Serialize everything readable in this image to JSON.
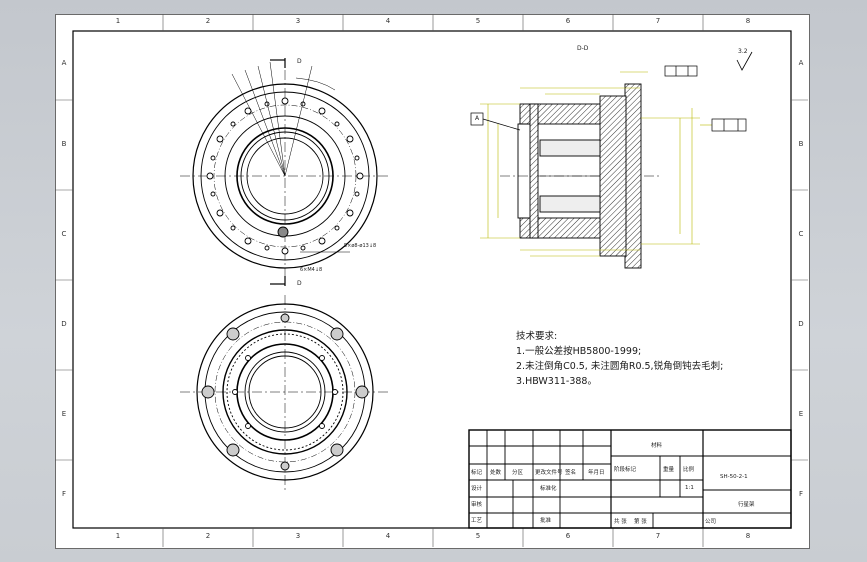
{
  "sheet": {
    "zones_top": [
      "1",
      "2",
      "3",
      "4",
      "5",
      "6",
      "7",
      "8"
    ],
    "zones_bottom": [
      "1",
      "2",
      "3",
      "4",
      "5",
      "6",
      "7",
      "8"
    ],
    "zones_side": [
      "A",
      "B",
      "C",
      "D",
      "E",
      "F"
    ]
  },
  "views": {
    "section_label": "D-D",
    "section_marker": "D",
    "roughness": "3.2",
    "datum": "A",
    "front_dims": [
      "5×ø8-ø13↓8",
      "6×M4↓8"
    ]
  },
  "tech_notes": {
    "title": "技术要求:",
    "lines": [
      "1.一般公差按HB5800-1999;",
      "2.未注倒角C0.5, 未注圆角R0.5,锐角倒钝去毛刺;",
      "3.HBW311-388。"
    ]
  },
  "title_block": {
    "row_headers": [
      "标记",
      "处数",
      "分区",
      "更改文件号",
      "签名",
      "年月日"
    ],
    "labels": {
      "design": "设计",
      "standardize": "标准化",
      "check": "审核",
      "process": "工艺",
      "approve": "批准",
      "stage_mark": "阶段标记",
      "weight": "重量",
      "scale": "比例",
      "scale_value": "1:1",
      "sheet_count": "共 张",
      "sheet_no": "第 张",
      "material": "材料",
      "drawing_no": "SH-50-2-1",
      "part_name": "行星架",
      "company": "公司"
    }
  },
  "colors": {
    "dimension": "#b8b800",
    "outline": "#000000",
    "hatch": "#000000",
    "frame": "#000000"
  }
}
